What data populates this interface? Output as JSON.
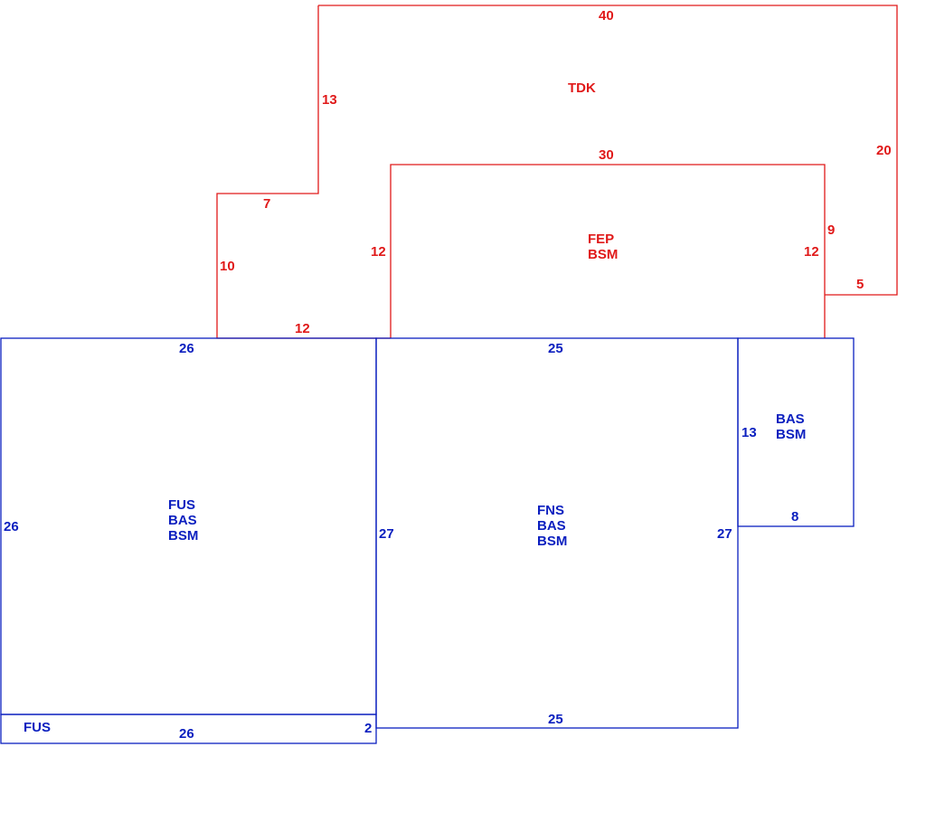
{
  "colors": {
    "red": "#e01919",
    "blue": "#0b1fbf"
  },
  "red_areas": {
    "tdk": {
      "code": "TDK"
    },
    "fep": {
      "line1": "FEP",
      "line2": "BSM"
    }
  },
  "red_dims": {
    "top": "40",
    "left_upper": "13",
    "right": "20",
    "inner_top": "30",
    "step_bottom": "7",
    "left_lower": "10",
    "bottom_left": "12",
    "fep_left": "12",
    "fep_right": "12",
    "right_step": "9",
    "right_bottom": "5"
  },
  "blue_areas": {
    "left_room": {
      "line1": "FUS",
      "line2": "BAS",
      "line3": "BSM"
    },
    "center_room": {
      "line1": "FNS",
      "line2": "BAS",
      "line3": "BSM"
    },
    "right_room": {
      "line1": "BAS",
      "line2": "BSM"
    },
    "strip": {
      "code": "FUS"
    }
  },
  "blue_dims": {
    "left_top": "26",
    "left_side": "26",
    "left_right_side": "27",
    "center_top": "25",
    "center_right_side": "27",
    "center_bottom": "25",
    "right_room_side": "13",
    "right_room_bottom": "8",
    "strip_bottom": "26",
    "strip_side": "2"
  }
}
